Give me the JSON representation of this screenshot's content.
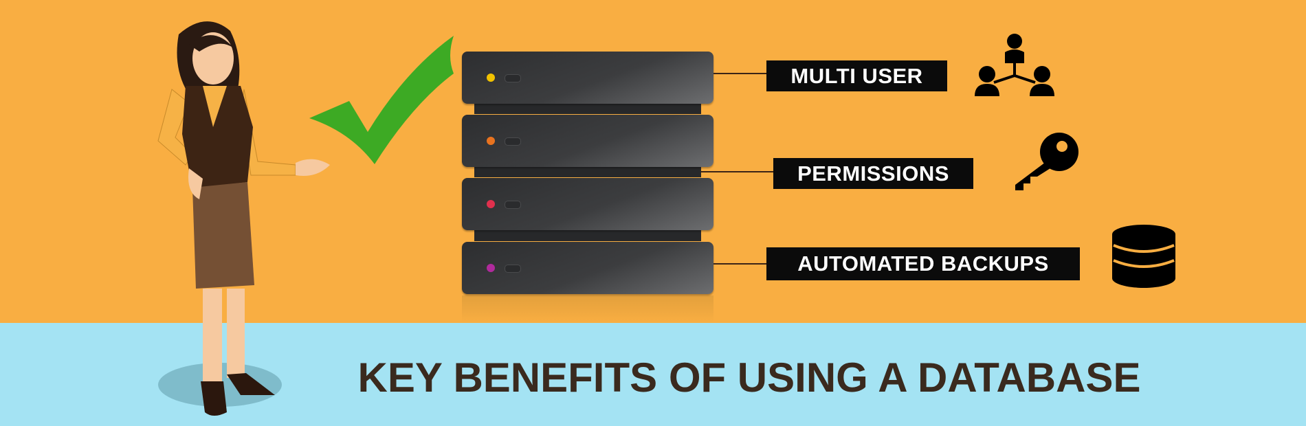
{
  "title": "KEY BENEFITS OF USING A DATABASE",
  "benefits": [
    {
      "label": "MULTI USER",
      "icon": "users-network-icon",
      "led_color": "#f2c200"
    },
    {
      "label": "PERMISSIONS",
      "icon": "key-icon",
      "led_color": "#e9731f"
    },
    {
      "label": "AUTOMATED BACKUPS",
      "icon": "database-icon",
      "led_color": "#e0304d"
    }
  ],
  "fourth_led_color": "#b02a9c",
  "colors": {
    "background_top": "#F9AE42",
    "background_bottom": "#A4E3F3",
    "check": "#3DAA24"
  }
}
